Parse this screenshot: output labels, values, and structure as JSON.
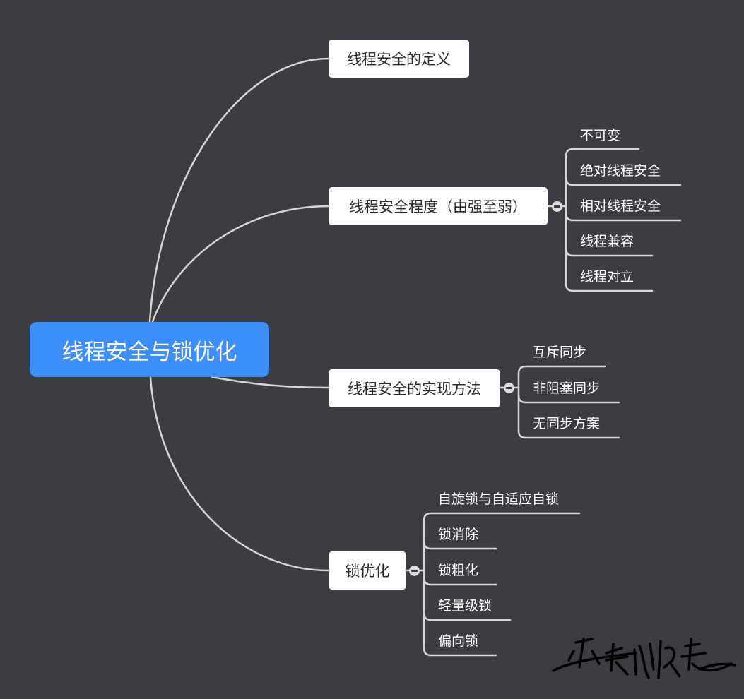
{
  "root": {
    "label": "线程安全与锁优化"
  },
  "branches": [
    {
      "label": "线程安全的定义",
      "children": []
    },
    {
      "label": "线程安全程度（由强至弱）",
      "children": [
        "不可变",
        "绝对线程安全",
        "相对线程安全",
        "线程兼容",
        "线程对立"
      ]
    },
    {
      "label": "线程安全的实现方法",
      "children": [
        "互斥同步",
        "非阻塞同步",
        "无同步方案"
      ]
    },
    {
      "label": "锁优化",
      "children": [
        "自旋锁与自适应自锁",
        "锁消除",
        "锁粗化",
        "轻量级锁",
        "偏向锁"
      ]
    }
  ],
  "colors": {
    "background": "#3b3d42",
    "root": "#3e8ef7",
    "node": "#ffffff",
    "connector": "#d6d6d6"
  },
  "icons": {
    "collapse": "minus-circle-icon",
    "signature": "handwritten-signature"
  }
}
